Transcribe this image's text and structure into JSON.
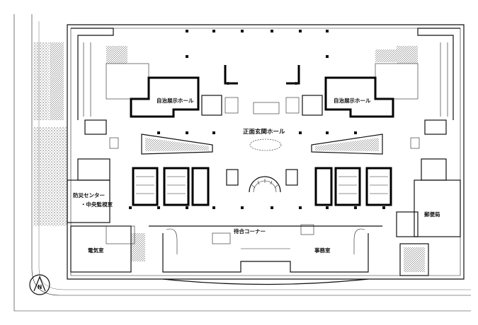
{
  "labels": {
    "left_exhibition_hall": "自治展示ホール",
    "right_exhibition_hall": "自治展示ホール",
    "main_entrance_hall": "正面玄関ホール",
    "disaster_center_line1": "防災センター",
    "disaster_center_line2": "・中央監視室",
    "post_office": "郵便局",
    "waiting_corner": "待合コーナー",
    "electrical_room": "電気室",
    "office": "事務室",
    "north_mark": "N"
  },
  "colors": {
    "ink": "#111111",
    "paper": "#ffffff"
  }
}
